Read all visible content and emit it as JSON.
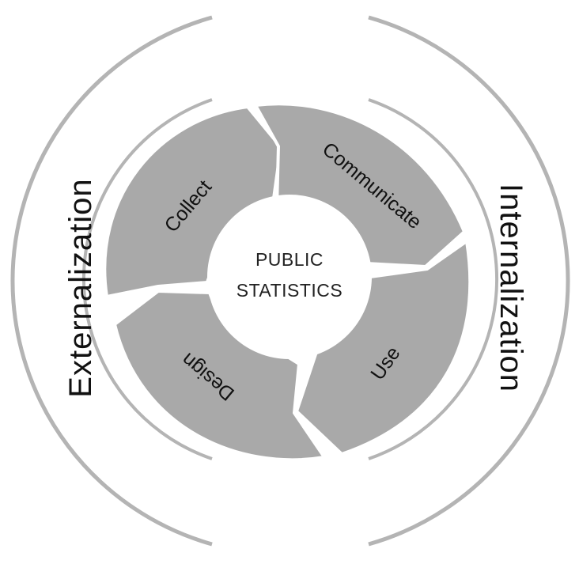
{
  "center": {
    "line1": "PUBLIC",
    "line2": "STATISTICS"
  },
  "cycle": {
    "collect": "Collect",
    "communicate": "Communicate",
    "use": "Use",
    "design": "Design"
  },
  "sides": {
    "left": "Externalization",
    "right": "Internalization"
  },
  "colors": {
    "segment_fill": "#a9a9a9",
    "arc_stroke": "#b4b4b4",
    "text": "#111111",
    "background": "#ffffff"
  }
}
